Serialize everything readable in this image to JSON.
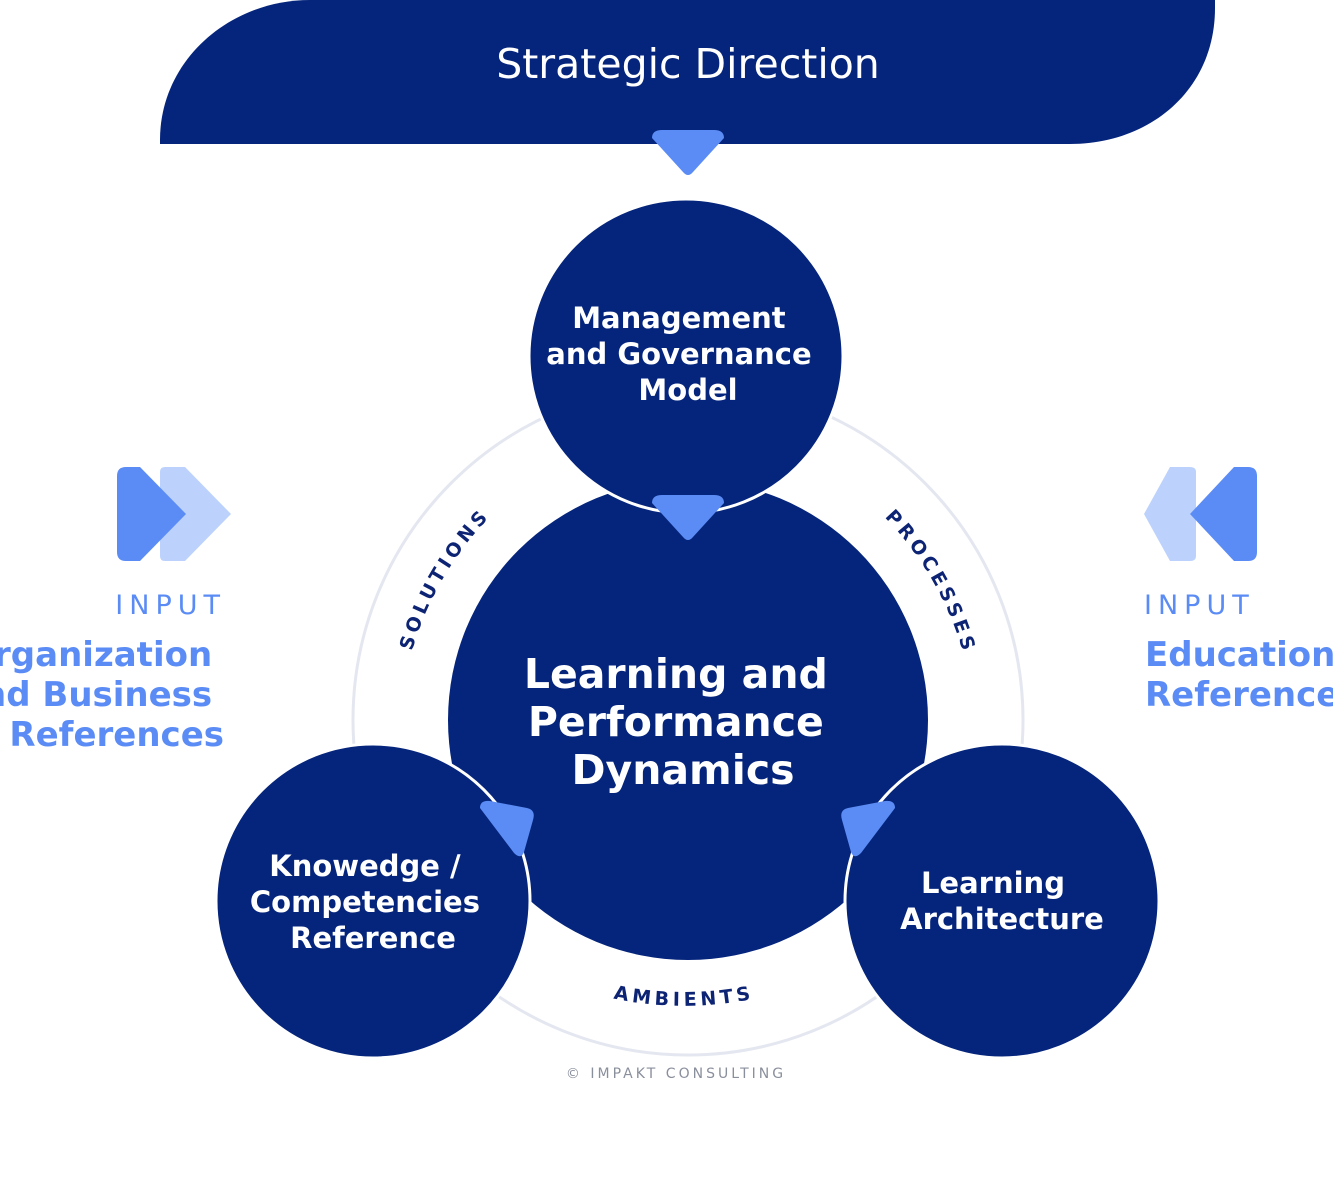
{
  "banner": {
    "title": "Strategic Direction"
  },
  "nodes": {
    "governance": {
      "lines": [
        "Management",
        "and Governance",
        "Model"
      ]
    },
    "core": {
      "lines": [
        "Learning and",
        "Performance",
        "Dynamics"
      ]
    },
    "competencies": {
      "lines": [
        "Knowedge /",
        "Competencies",
        "Reference"
      ]
    },
    "architecture": {
      "lines": [
        "Learning",
        "Architecture"
      ]
    }
  },
  "ring_labels": {
    "left": "SOLUTIONS",
    "right": "PROCESSES",
    "bottom": "AMBIENTS"
  },
  "inputs": {
    "left": {
      "kicker": "INPUT",
      "title_lines": [
        "Organization",
        "and Business",
        "References"
      ],
      "icon": "double-chevron-right-icon"
    },
    "right": {
      "kicker": "INPUT",
      "title_lines": [
        "Education",
        "References"
      ],
      "icon": "double-chevron-left-icon"
    }
  },
  "footer": {
    "copyright": "© IMPAKT CONSULTING"
  },
  "colors": {
    "navy": "#05257c",
    "accent": "#5b8cf5",
    "accent_light": "#bcd2fc",
    "ring": "#e4e7f0"
  }
}
